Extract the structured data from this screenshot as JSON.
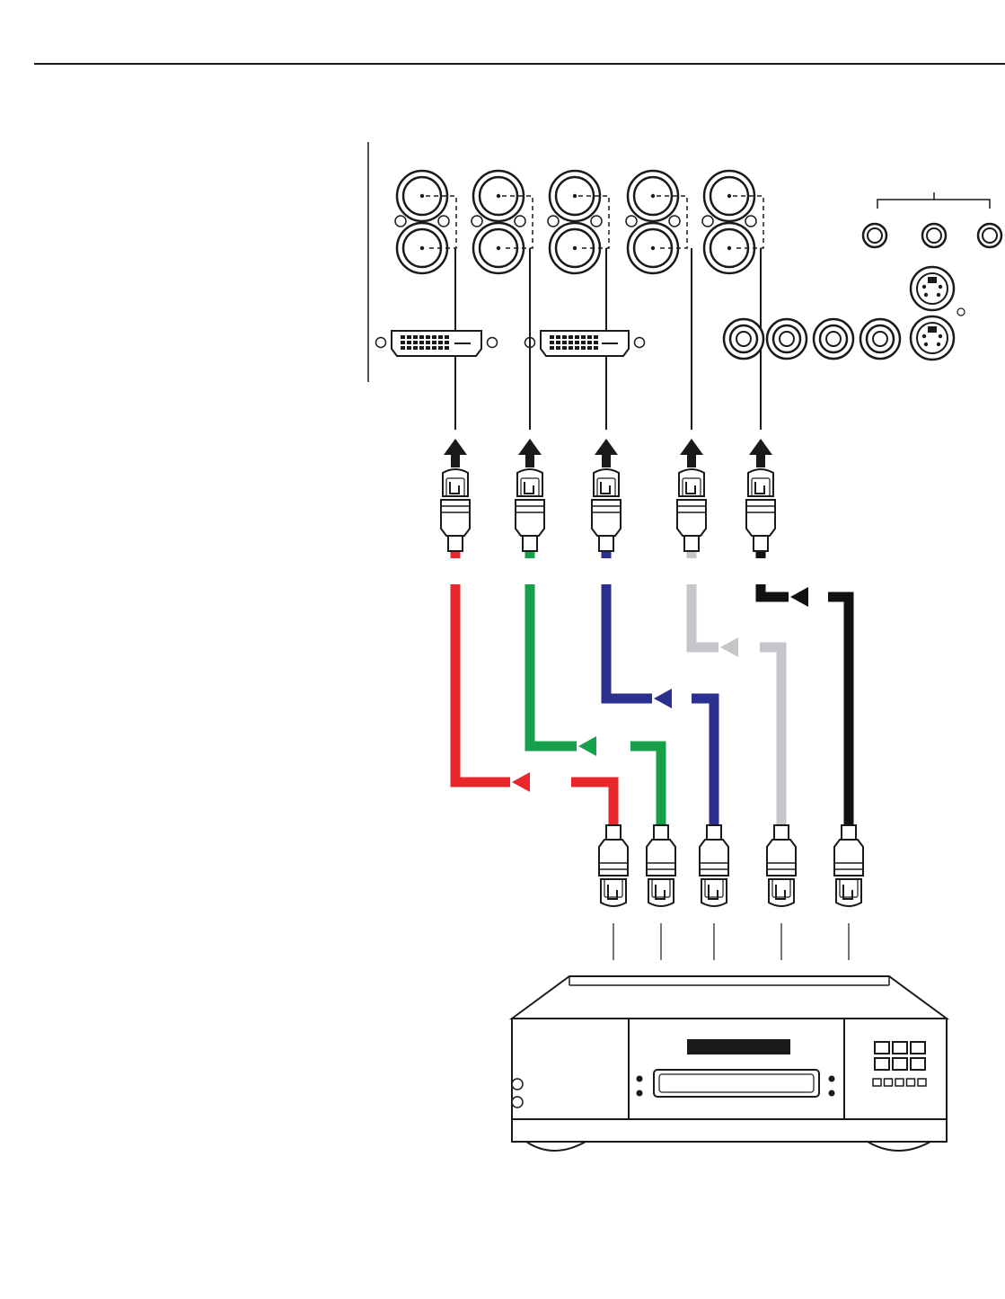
{
  "diagram": {
    "colors": {
      "red": "#e8262b",
      "green": "#17a04a",
      "blue": "#2b2f8f",
      "gray": "#c4c6cb",
      "black": "#111111",
      "line": "#1a1a1a",
      "background": "#ffffff"
    },
    "panel": {
      "bnc_columns": 5,
      "dvi_ports": 2,
      "rca_jacks": 4,
      "small_jacks": 3,
      "svideo_jacks": 2
    },
    "cables": [
      {
        "color": "red"
      },
      {
        "color": "green"
      },
      {
        "color": "blue"
      },
      {
        "color": "gray"
      },
      {
        "color": "black"
      }
    ],
    "device": {
      "icon": "av-source-device-icon",
      "button_grid": [
        3,
        2
      ],
      "small_buttons": 5
    }
  }
}
